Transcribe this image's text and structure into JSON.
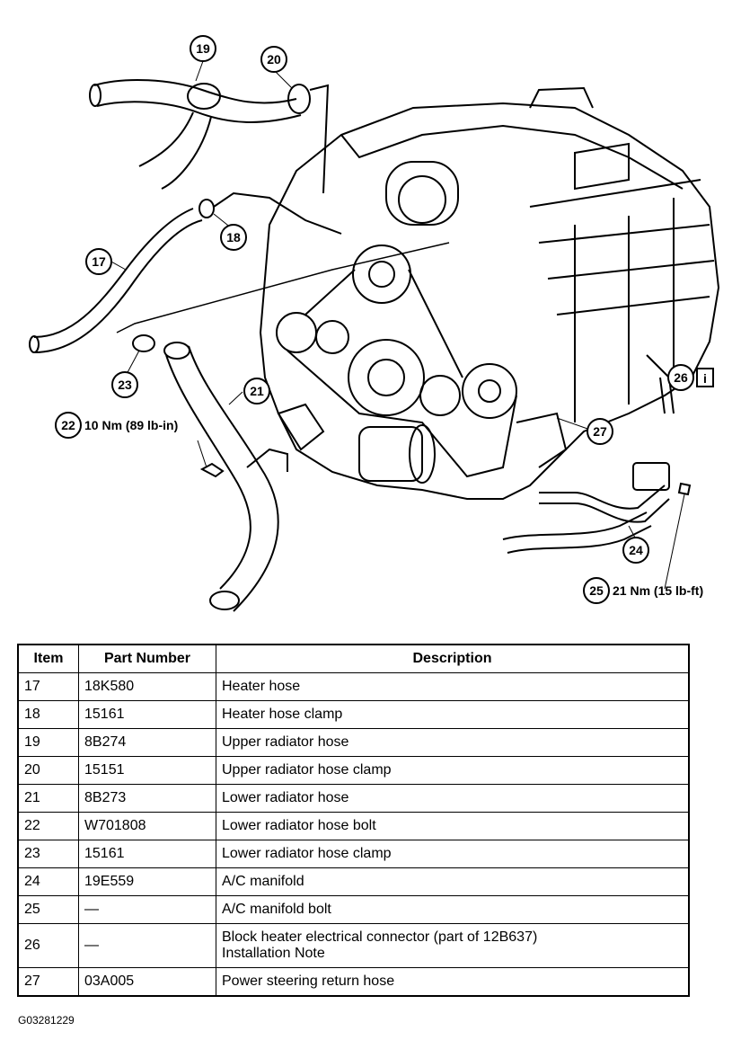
{
  "callouts": {
    "c17": "17",
    "c18": "18",
    "c19": "19",
    "c20": "20",
    "c21": "21",
    "c22": "22",
    "c23": "23",
    "c24": "24",
    "c25": "25",
    "c26": "26",
    "c27": "27"
  },
  "torque": {
    "t22": "10 Nm (89 lb-in)",
    "t25": "21 Nm (15 lb-ft)"
  },
  "info_icon": "i",
  "table": {
    "headers": {
      "item": "Item",
      "part_number": "Part Number",
      "description": "Description"
    },
    "rows": [
      {
        "item": "17",
        "part": "18K580",
        "desc": "Heater hose",
        "desc2": ""
      },
      {
        "item": "18",
        "part": "15161",
        "desc": "Heater hose clamp",
        "desc2": ""
      },
      {
        "item": "19",
        "part": "8B274",
        "desc": "Upper radiator hose",
        "desc2": ""
      },
      {
        "item": "20",
        "part": "15151",
        "desc": "Upper radiator hose clamp",
        "desc2": ""
      },
      {
        "item": "21",
        "part": "8B273",
        "desc": "Lower radiator hose",
        "desc2": ""
      },
      {
        "item": "22",
        "part": "W701808",
        "desc": "Lower radiator hose bolt",
        "desc2": ""
      },
      {
        "item": "23",
        "part": "15161",
        "desc": "Lower radiator hose clamp",
        "desc2": ""
      },
      {
        "item": "24",
        "part": "19E559",
        "desc": "A/C manifold",
        "desc2": ""
      },
      {
        "item": "25",
        "part": "—",
        "desc": "A/C manifold bolt",
        "desc2": ""
      },
      {
        "item": "26",
        "part": "—",
        "desc": "Block heater electrical connector (part of 12B637)",
        "desc2": "Installation Note"
      },
      {
        "item": "27",
        "part": "03A005",
        "desc": "Power steering return hose",
        "desc2": ""
      }
    ]
  },
  "figure_id": "G03281229"
}
